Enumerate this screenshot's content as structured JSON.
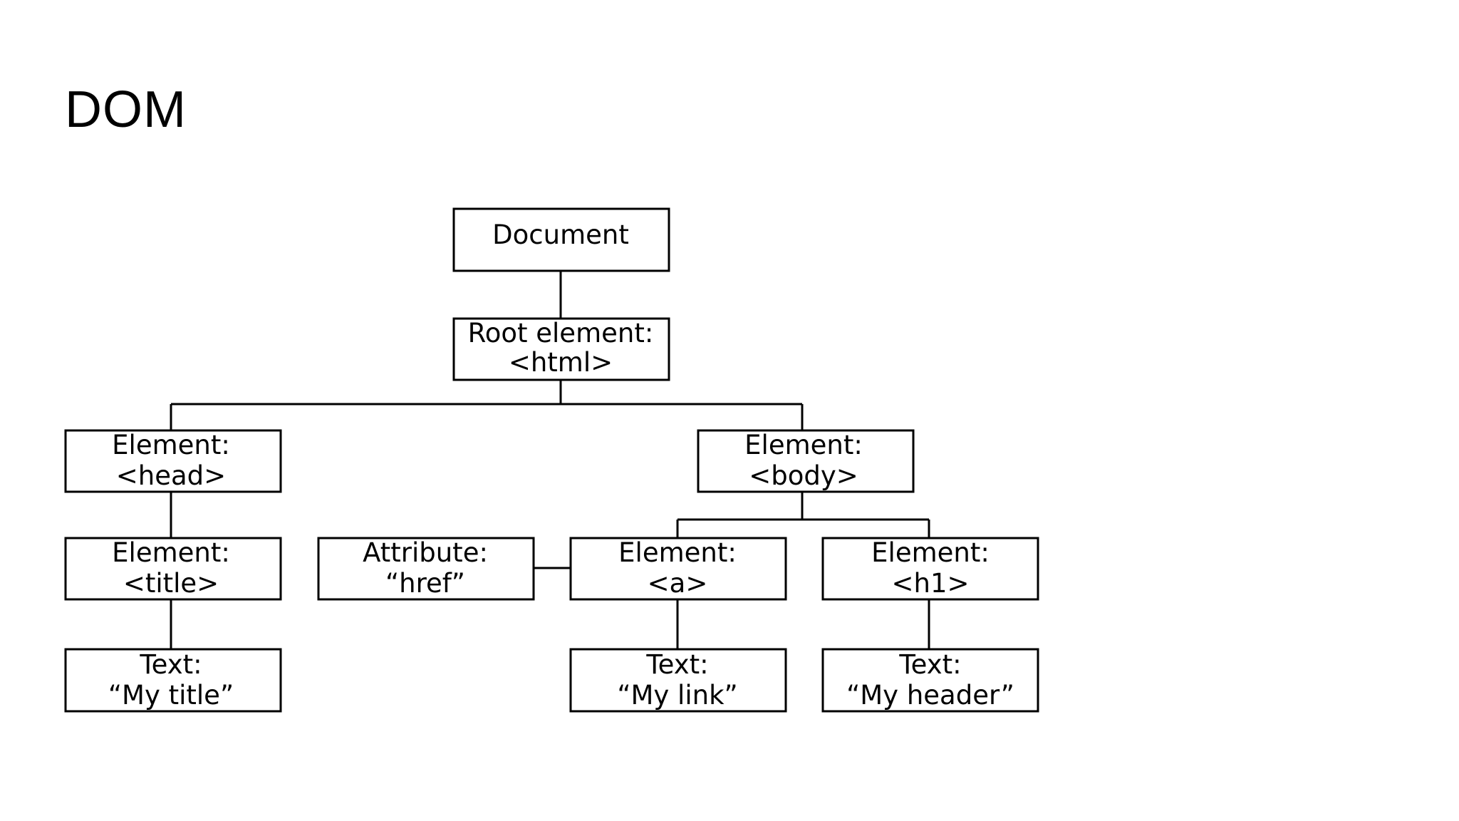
{
  "slide": {
    "title": "DOM"
  },
  "diagram": {
    "nodes": {
      "document": {
        "lines": [
          "Document"
        ]
      },
      "html": {
        "lines": [
          "Root element:",
          "<html>"
        ]
      },
      "head": {
        "lines": [
          "Element:",
          "<head>"
        ]
      },
      "body": {
        "lines": [
          "Element:",
          "<body>"
        ]
      },
      "title": {
        "lines": [
          "Element:",
          "<title>"
        ]
      },
      "href": {
        "lines": [
          "Attribute:",
          "“href”"
        ]
      },
      "a": {
        "lines": [
          "Element:",
          "<a>"
        ]
      },
      "h1": {
        "lines": [
          "Element:",
          "<h1>"
        ]
      },
      "title_text": {
        "lines": [
          "Text:",
          "“My title”"
        ]
      },
      "a_text": {
        "lines": [
          "Text:",
          "“My link”"
        ]
      },
      "h1_text": {
        "lines": [
          "Text:",
          "“My header”"
        ]
      }
    },
    "edges": [
      [
        "document",
        "html"
      ],
      [
        "html",
        "head"
      ],
      [
        "html",
        "body"
      ],
      [
        "head",
        "title"
      ],
      [
        "title",
        "title_text"
      ],
      [
        "body",
        "a"
      ],
      [
        "body",
        "h1"
      ],
      [
        "a",
        "a_text"
      ],
      [
        "h1",
        "h1_text"
      ],
      [
        "href",
        "a"
      ]
    ]
  }
}
